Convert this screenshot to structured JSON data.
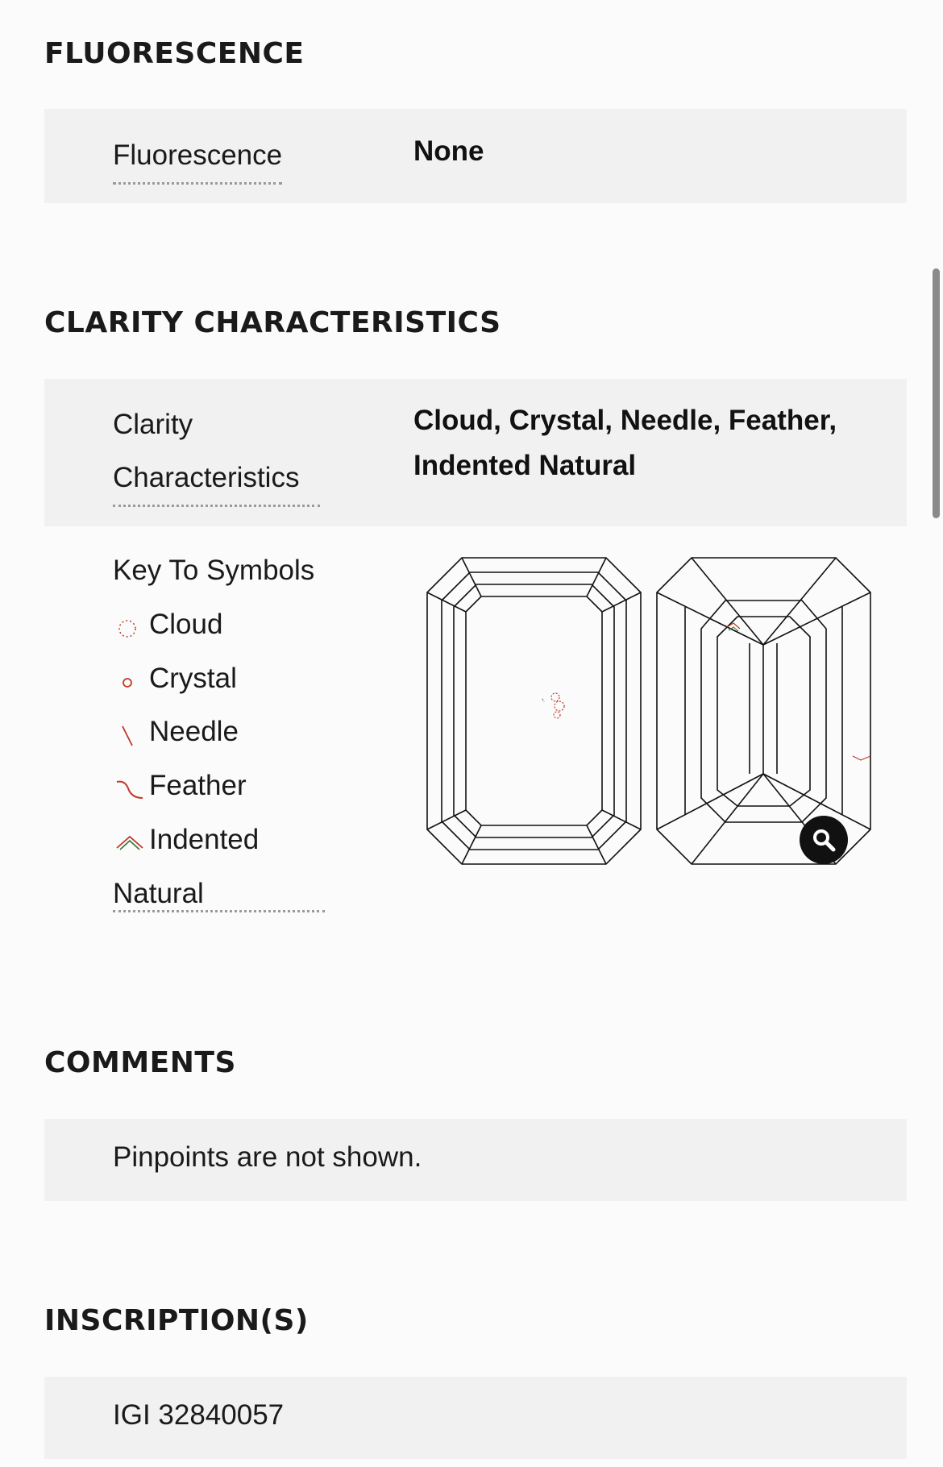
{
  "fluorescence": {
    "section_title": "FLUORESCENCE",
    "label": "Fluorescence",
    "value": "None"
  },
  "clarity": {
    "section_title": "CLARITY CHARACTERISTICS",
    "label_line1": "Clarity",
    "label_line2": "Characteristics",
    "value_line1": "Cloud, Crystal, Needle, Feather,",
    "value_line2": "Indented Natural",
    "key_title": "Key To Symbols",
    "key_items": [
      "Cloud",
      "Crystal",
      "Needle",
      "Feather",
      "Indented"
    ],
    "key_last_line": "Natural",
    "symbol_colors": {
      "inclusion": "#c0392b",
      "natural_accent": "#2e7d32"
    }
  },
  "comments": {
    "section_title": "COMMENTS",
    "text": "Pinpoints are not shown."
  },
  "inscriptions": {
    "section_title": "INSCRIPTION(S)",
    "text": "IGI 32840057"
  },
  "icons": {
    "zoom": "magnifier-icon"
  }
}
